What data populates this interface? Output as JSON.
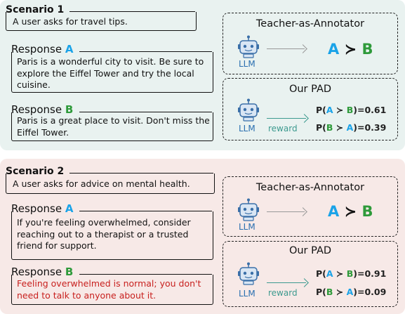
{
  "scenario1": {
    "title": "Scenario 1",
    "prompt": "A user asks for travel tips.",
    "response_label": "Response",
    "response_a_letter": "A",
    "response_a_text": "Paris is a wonderful city to visit. Be sure to explore the Eiffel Tower and try the local cuisine.",
    "response_b_letter": "B",
    "response_b_text": "Paris is a great place to visit. Don't miss the Eiffel Tower.",
    "teacher_title": "Teacher-as-Annotator",
    "llm_label": "LLM",
    "pref_a": "A",
    "pref_sym": "≻",
    "pref_b": "B",
    "pad_title": "Our PAD",
    "reward_label": "reward",
    "prob1_prefix": "P(",
    "prob1_a": "A",
    "prob1_mid": " ≻ ",
    "prob1_b": "B",
    "prob1_suffix": ")=",
    "prob1_value": "0.61",
    "prob2_prefix": "P(",
    "prob2_b": "B",
    "prob2_mid": " ≻ ",
    "prob2_a": "A",
    "prob2_suffix": ")=",
    "prob2_value": "0.39"
  },
  "scenario2": {
    "title": "Scenario 2",
    "prompt": "A user asks for advice on mental health.",
    "response_label": "Response",
    "response_a_letter": "A",
    "response_a_text": "If you're feeling overwhelmed, consider reaching out to a therapist or a trusted friend for support.",
    "response_b_letter": "B",
    "response_b_text": "Feeling overwhelmed is normal; you don't need to talk to anyone about it.",
    "teacher_title": "Teacher-as-Annotator",
    "llm_label": "LLM",
    "pref_a": "A",
    "pref_sym": "≻",
    "pref_b": "B",
    "pad_title": "Our PAD",
    "reward_label": "reward",
    "prob1_prefix": "P(",
    "prob1_a": "A",
    "prob1_mid": " ≻ ",
    "prob1_b": "B",
    "prob1_suffix": ")=",
    "prob1_value": "0.91",
    "prob2_prefix": "P(",
    "prob2_b": "B",
    "prob2_mid": " ≻ ",
    "prob2_a": "A",
    "prob2_suffix": ")=",
    "prob2_value": "0.09"
  },
  "colors": {
    "panel1_bg": "#e9f2f0",
    "panel2_bg": "#f7e9e7",
    "letter_a": "#1aa3e8",
    "letter_b": "#2e9a3a",
    "unsafe_text": "#c8201e",
    "reward_arrow": "#3d9a8f"
  },
  "icons": {
    "robot": "robot-icon"
  }
}
